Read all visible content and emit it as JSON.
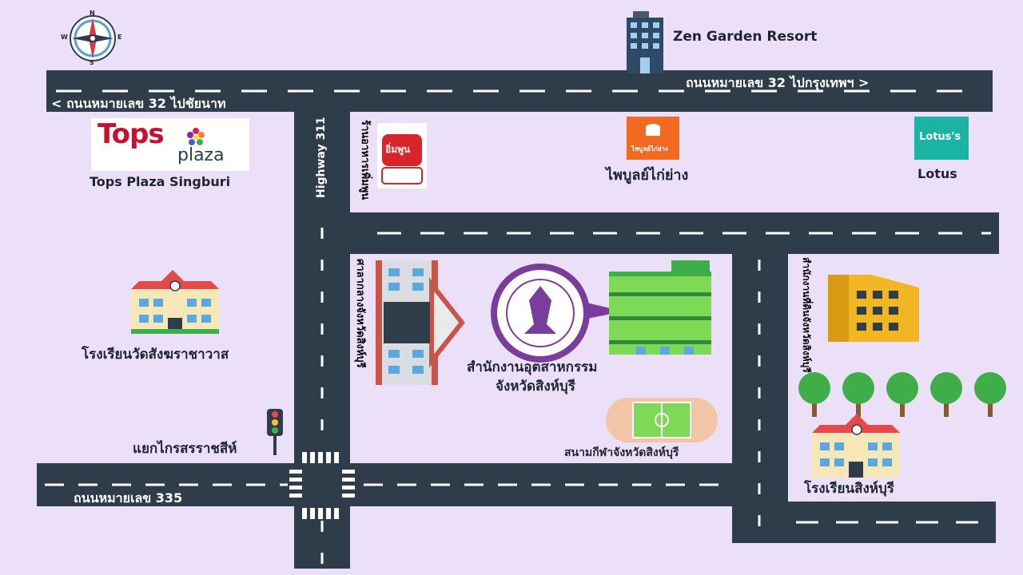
{
  "map": {
    "compass": {
      "n": "N",
      "s": "S",
      "e": "E",
      "w": "W"
    },
    "roads": {
      "road32_west": "< ถนนหมายเลข 32 ไปชัยนาท",
      "road32_east": "ถนนหมายเลข 32 ไปกรุงเทพฯ >",
      "highway311": "Highway 311",
      "road335": "ถนนหมายเลข 335"
    },
    "places": {
      "zen_garden": "Zen Garden Resort",
      "tops_logo_main": "Tops",
      "tops_logo_sub": "plaza",
      "tops": "Tops Plaza Singburi",
      "restaurant_vertical": "ร้านอาหารเพิ่มพูน",
      "restaurant_logo": "อิ่มพูน",
      "phaiboon_logo": "ไพบูลย์ไก่ย่าง",
      "phaiboon": "ไพบูลย์ไก่ย่าง",
      "lotus_logo": "Lotus's",
      "lotus": "Lotus",
      "school_wat": "โรงเรียนวัดสังฆราชาวาส",
      "city_hall_vertical": "ศาลากลางจังหวัดสิงห์บุรี",
      "industry_office_line1": "สำนักงานอุตสาหกรรม",
      "industry_office_line2": "จังหวัดสิงห์บุรี",
      "land_office_vertical": "สำนักงานที่ดินจังหวัดสิงห์บุรี",
      "intersection": "แยกไกรสรราชสีห์",
      "stadium": "สนามกีฬาจังหวัดสิงห์บุรี",
      "school_singburi": "โรงเรียนสิงห์บุรี"
    },
    "colors": {
      "background": "#ecdff8",
      "road": "#2f3d4a",
      "lane": "#ffffff",
      "tops_red": "#c8102e",
      "phaiboon_orange": "#f26a21",
      "lotus_teal": "#1bb3a4",
      "seal_purple": "#7a3d9c"
    }
  }
}
